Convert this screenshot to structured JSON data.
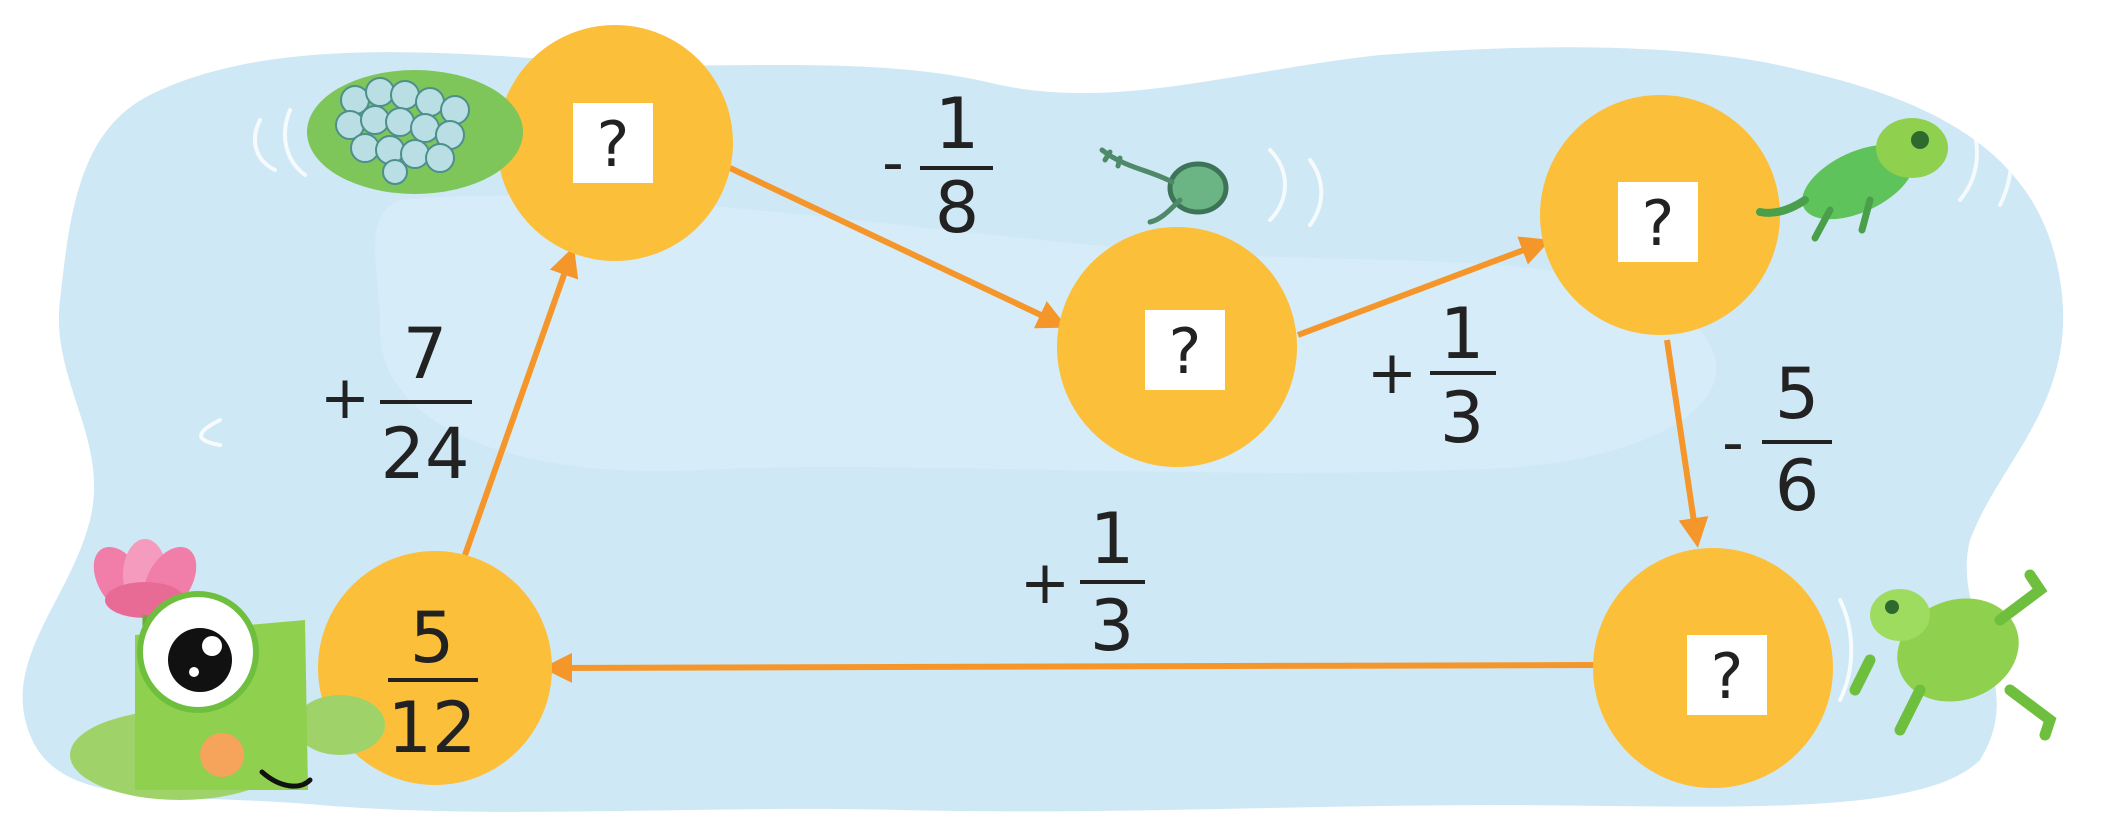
{
  "nodes": {
    "start": {
      "numerator": "5",
      "denominator": "12"
    },
    "n1": {
      "label": "?"
    },
    "n2": {
      "label": "?"
    },
    "n3": {
      "label": "?"
    },
    "n4": {
      "label": "?"
    }
  },
  "edges": {
    "e1": {
      "operator": "+",
      "numerator": "7",
      "denominator": "24"
    },
    "e2": {
      "operator": "-",
      "numerator": "1",
      "denominator": "8"
    },
    "e3": {
      "operator": "+",
      "numerator": "1",
      "denominator": "3"
    },
    "e4": {
      "operator": "-",
      "numerator": "5",
      "denominator": "6"
    },
    "e5": {
      "operator": "+",
      "numerator": "1",
      "denominator": "3"
    }
  },
  "colors": {
    "water": "#cfe8f5",
    "node": "#fbbf3a",
    "arrow": "#f5962b",
    "box": "#ffffff",
    "frog": "#8fd14f"
  },
  "icons": [
    "frog-eggs-icon",
    "tadpole-icon",
    "young-frog-icon",
    "adult-frog-icon",
    "frog-mascot-icon",
    "lotus-flower-icon"
  ]
}
